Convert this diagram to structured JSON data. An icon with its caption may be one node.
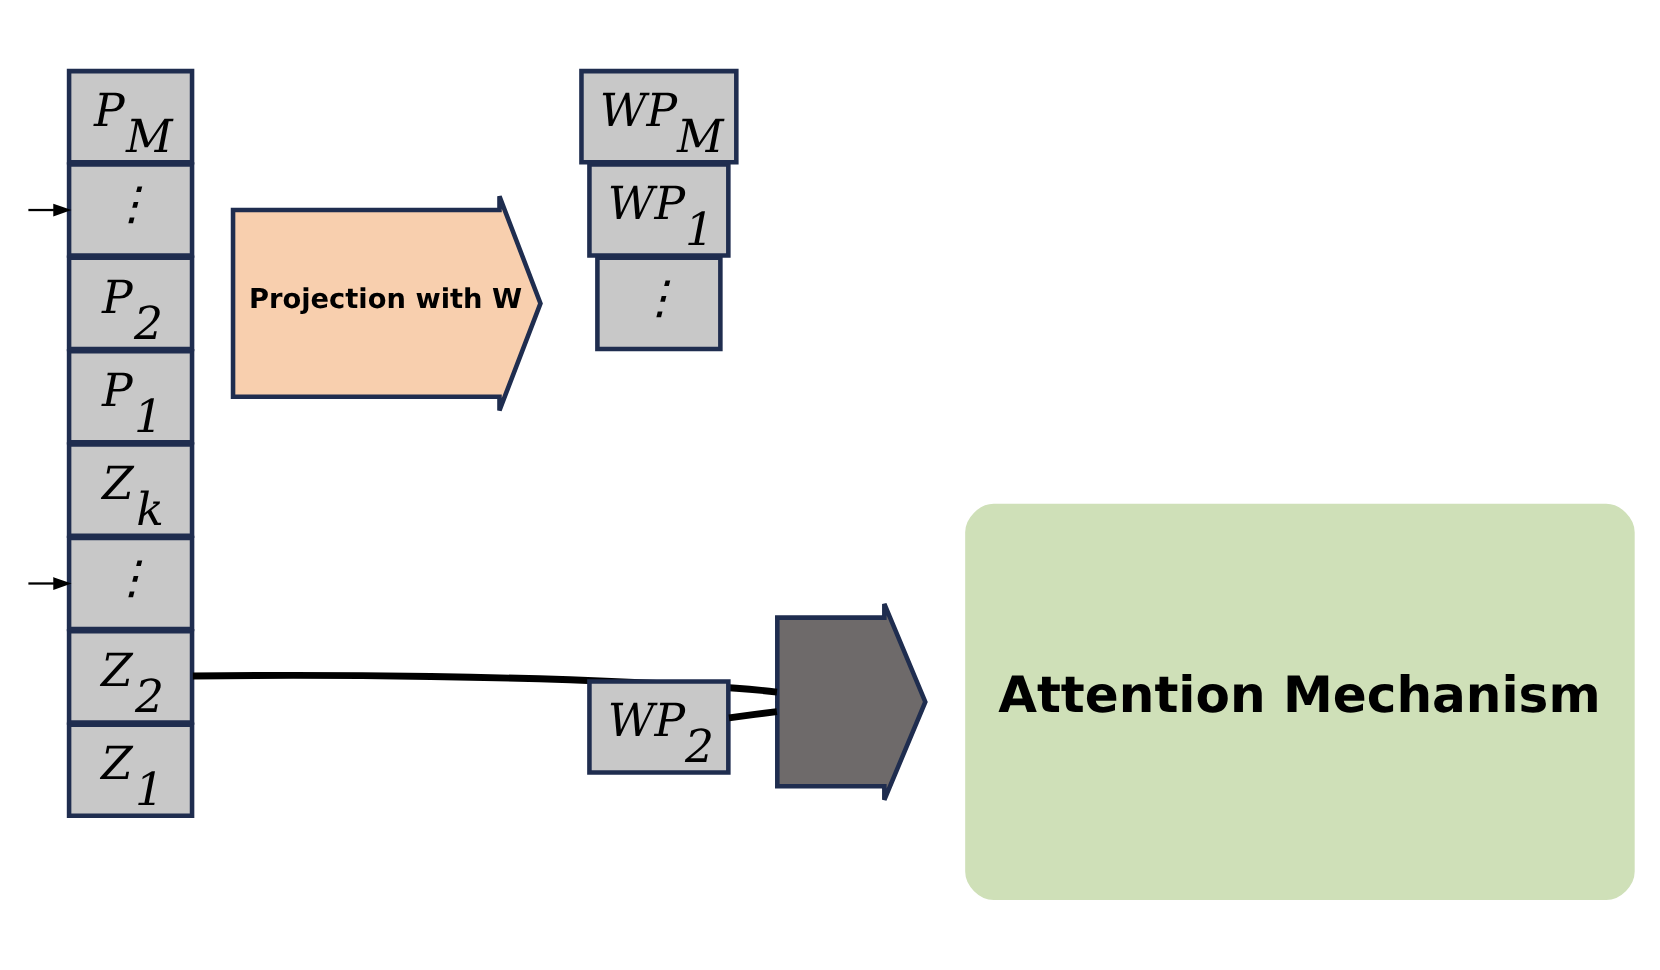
{
  "diagram": {
    "nodes": [
      {
        "text": [
          "Z$_{1}$"
        ]
      },
      {
        "text": [
          "Z$_{2}$"
        ]
      },
      {
        "text": [
          "⋮"
        ]
      },
      {
        "text": [
          "Z$_{k}$"
        ]
      },
      {
        "text": [
          "P$_{1}$"
        ]
      },
      {
        "text": [
          "P$_{2}$"
        ]
      },
      {
        "text": [
          "⋮"
        ]
      },
      {
        "text": [
          "P$_{M}$"
        ]
      },
      {
        "text": [
          "Projection with W"
        ]
      },
      {
        "text": [
          "WP$_{1}$"
        ]
      },
      {
        "text": [
          "WP$_{2}$"
        ]
      },
      {
        "text": [
          "⋮"
        ]
      },
      {
        "text": [
          "WP$_{M}$"
        ]
      },
      {
        "text": [],
        "shape": "arrow"
      },
      {
        "text": [
          "Attention Mechanism"
        ]
      }
    ],
    "edges": [
      {
        "from": null,
        "to": 2,
        "arrow": "to"
      },
      {
        "from": null,
        "to": 6,
        "arrow": "to"
      },
      {
        "from": 1,
        "to": 13,
        "arrow": "none",
        "style": "thick"
      },
      {
        "from": 10,
        "to": 13,
        "arrow": "none",
        "style": "thick"
      }
    ]
  }
}
